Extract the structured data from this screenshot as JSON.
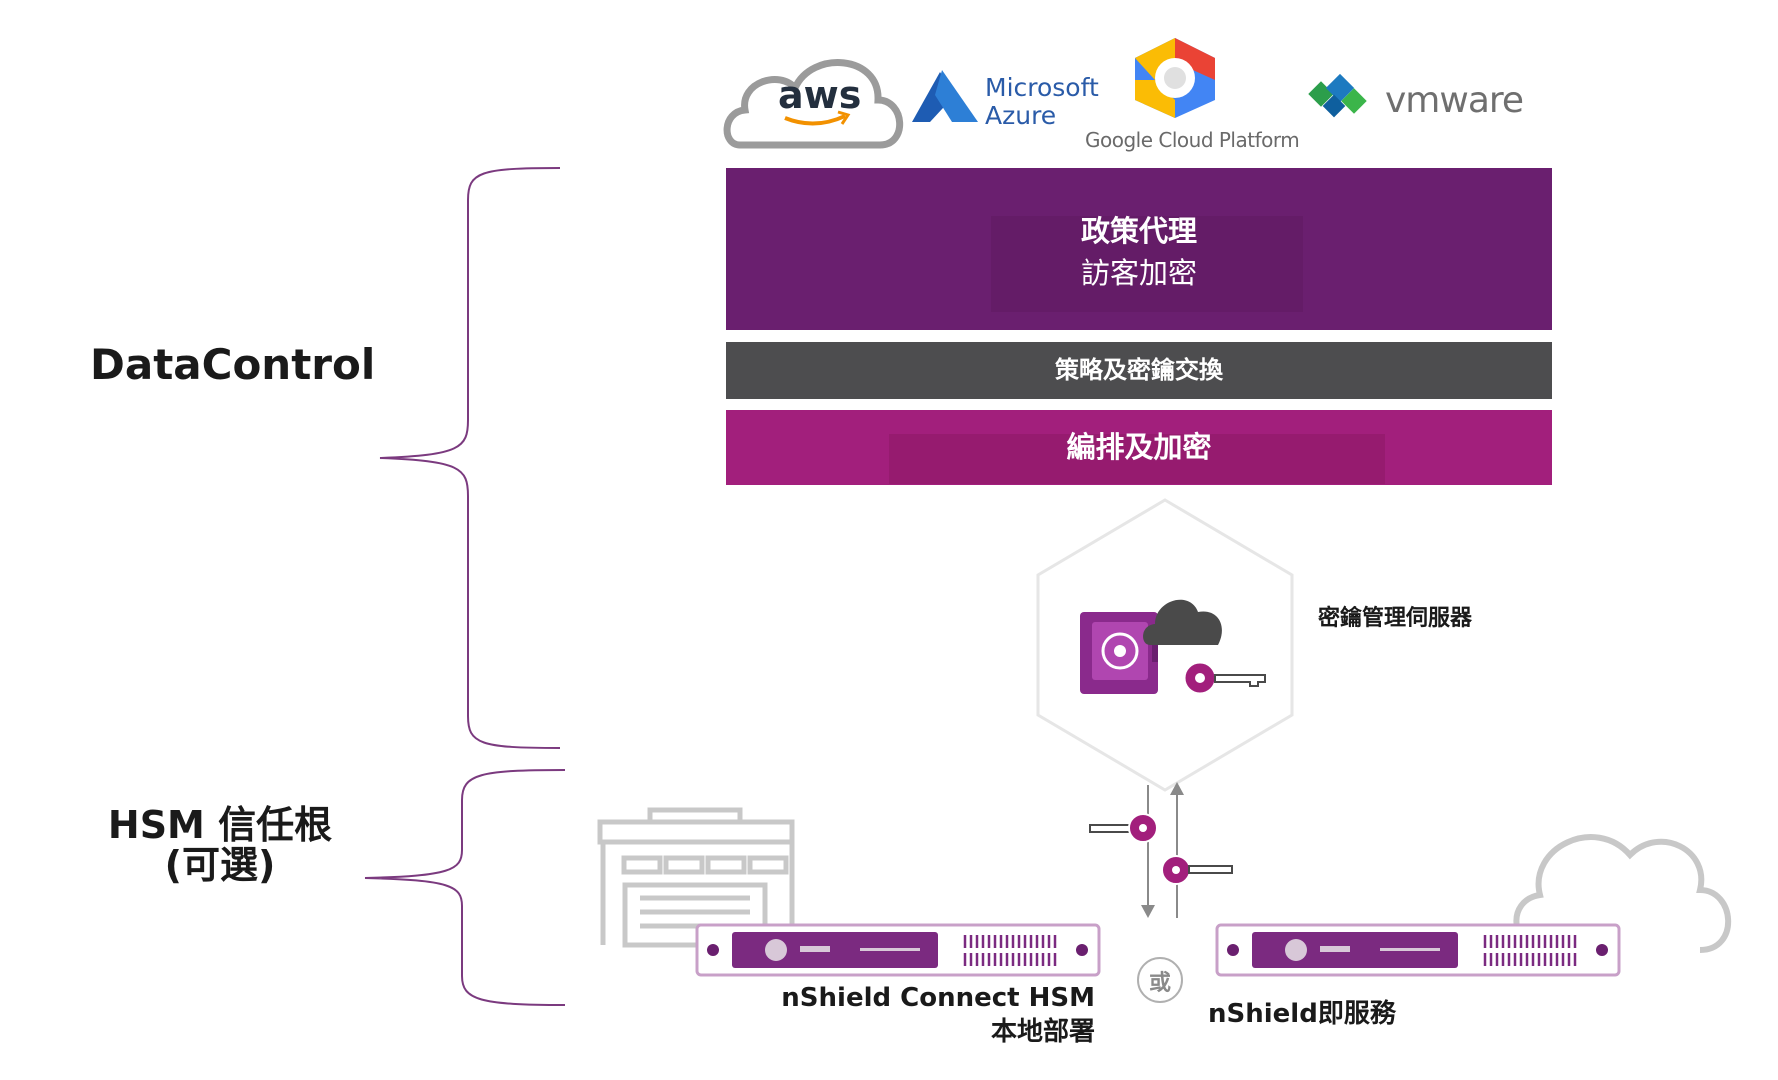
{
  "labels": {
    "datacontrol": "DataControl",
    "hsm_line1": "HSM 信任根",
    "hsm_line2": "(可選)"
  },
  "providers": {
    "aws": "aws",
    "azure_line1": "Microsoft",
    "azure_line2": "Azure",
    "gcp": "Google Cloud Platform",
    "vmware": "vmware"
  },
  "layers": {
    "policy_title": "政策代理",
    "policy_subtitle": "訪客加密",
    "exchange": "策略及密鑰交換",
    "orchestrate": "編排及加密"
  },
  "kms": {
    "label": "密鑰管理伺服器"
  },
  "appliances": {
    "connect_line1": "nShield Connect HSM",
    "connect_line2": "本地部署",
    "service": "nShield即服務",
    "or": "或"
  },
  "colors": {
    "purple_dark": "#6a1f6f",
    "gray": "#4d4d4f",
    "magenta": "#a21f7c",
    "brace": "#7b3a7f"
  }
}
